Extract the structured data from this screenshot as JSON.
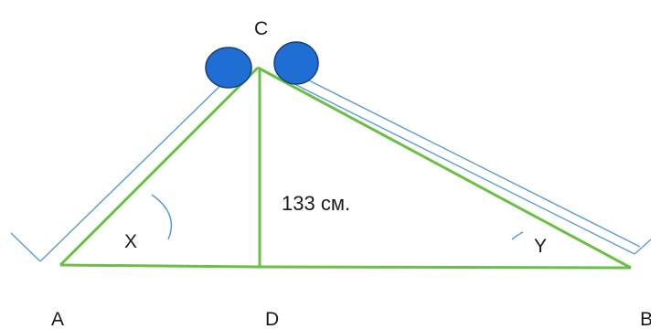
{
  "labels": {
    "A": "A",
    "B": "B",
    "C": "C",
    "D": "D",
    "X": "X",
    "Y": "Y"
  },
  "measurement": "133 см.",
  "colors": {
    "triangle": "#6abf45",
    "guide": "#5b9bd5",
    "ball_fill": "#1f6ed4",
    "ball_stroke": "#1c3f73",
    "text": "#1a1a1a"
  }
}
